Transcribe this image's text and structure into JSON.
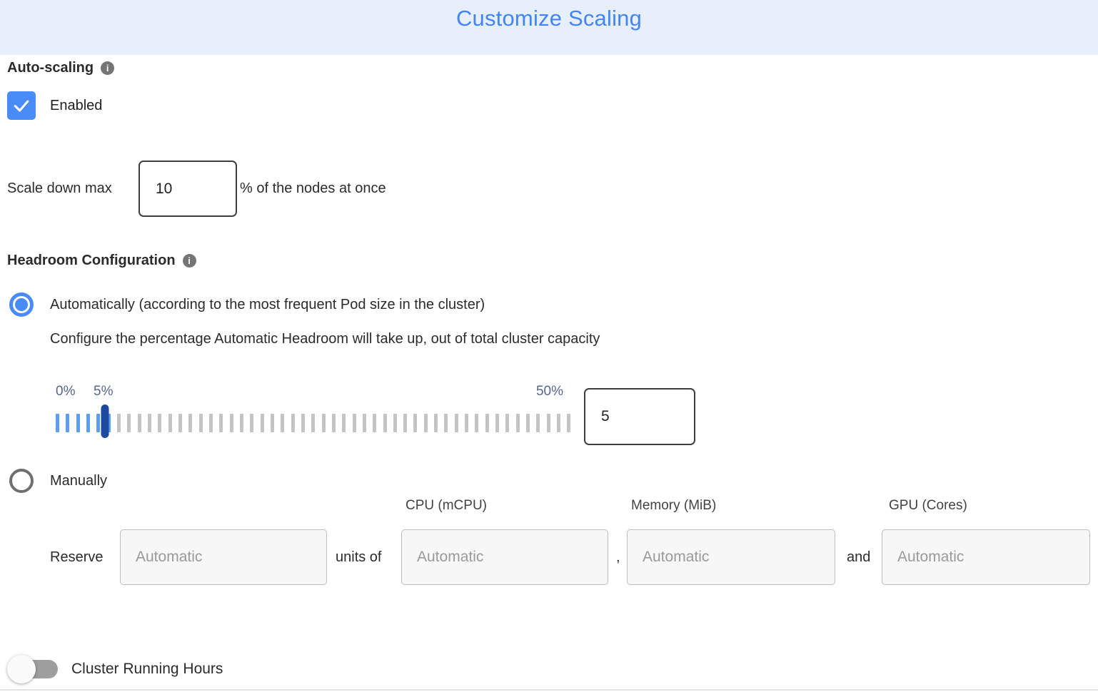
{
  "header": {
    "title": "Customize Scaling"
  },
  "auto_scaling": {
    "label": "Auto-scaling",
    "checkbox_label": "Enabled",
    "checkbox_checked": true
  },
  "scale_down": {
    "prefix_label": "Scale down max",
    "value": "10",
    "suffix_label": "% of the nodes at once"
  },
  "headroom": {
    "label": "Headroom Configuration",
    "options": [
      {
        "label": "Automatically (according to the most frequent Pod size in the cluster)",
        "selected": true
      },
      {
        "label": "Manually",
        "selected": false
      }
    ],
    "description": "Configure the percentage Automatic Headroom will take up, out of total cluster capacity",
    "slider": {
      "min_label": "0%",
      "handle_label": "5%",
      "max_label": "50%",
      "min": 0,
      "max": 50,
      "value": 5,
      "tick_count": 51,
      "active_through_index": 5,
      "input_value": "5"
    }
  },
  "manual_reserve": {
    "reserve_label": "Reserve",
    "units_of_label": "units of",
    "comma_label": ",",
    "and_label": "and",
    "placeholder": "Automatic",
    "columns": [
      {
        "label": "CPU (mCPU)"
      },
      {
        "label": "Memory (MiB)"
      },
      {
        "label": "GPU (Cores)"
      }
    ]
  },
  "cluster_running_hours": {
    "label": "Cluster Running Hours",
    "enabled": false
  },
  "colors": {
    "header_bg": "#e7eefc",
    "title_blue": "#4285f4",
    "control_blue": "#4a8cf7",
    "slider_active_tick": "#5c9ff0",
    "slider_inactive_tick": "#c4c4c4",
    "slider_handle": "#1b4a9e",
    "slider_label_text": "#57678c"
  }
}
